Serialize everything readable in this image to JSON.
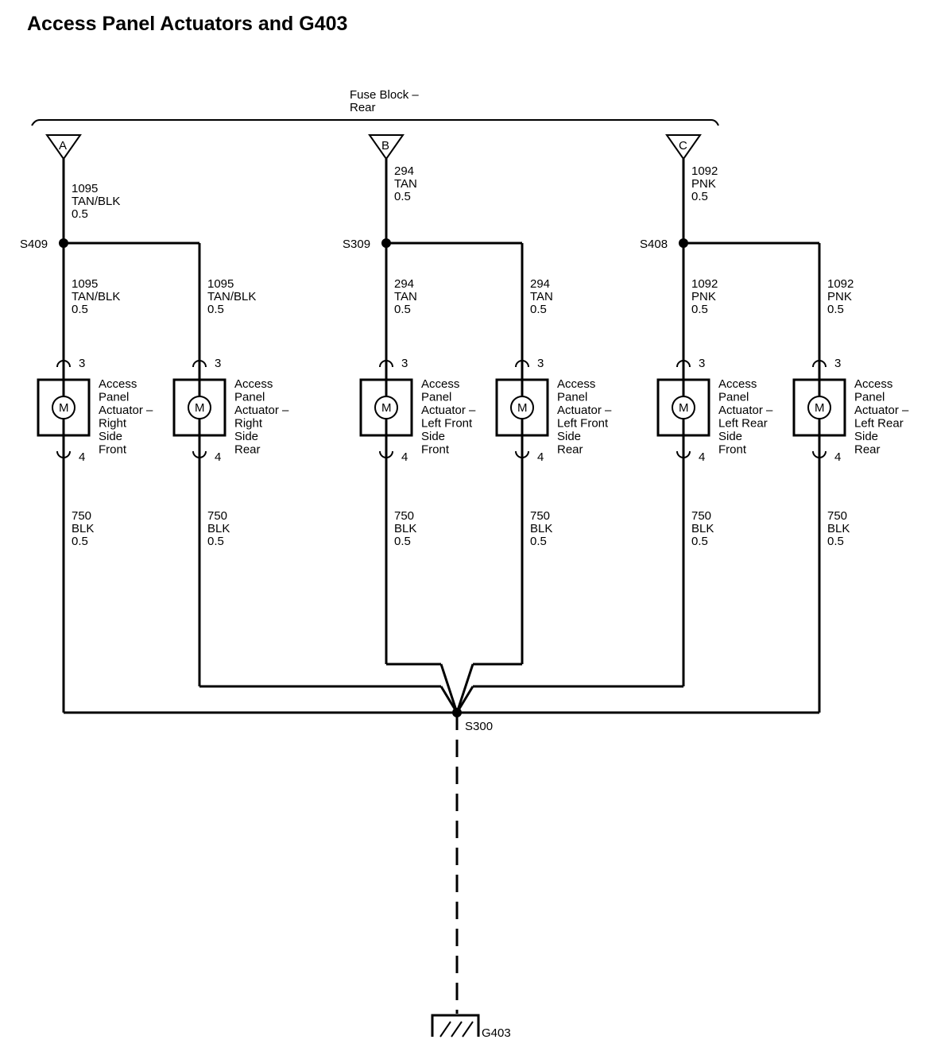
{
  "title": "Access Panel Actuators and G403",
  "fuse_block": {
    "line1": "Fuse Block –",
    "line2": "Rear"
  },
  "fuse_terminals": [
    {
      "letter": "A",
      "circuit": "1095",
      "color": "TAN/BLK",
      "size": "0.5"
    },
    {
      "letter": "B",
      "circuit": "294",
      "color": "TAN",
      "size": "0.5"
    },
    {
      "letter": "C",
      "circuit": "1092",
      "color": "PNK",
      "size": "0.5"
    }
  ],
  "splices": [
    "S409",
    "S309",
    "S408"
  ],
  "feeds": [
    {
      "circuit": "1095",
      "color": "TAN/BLK",
      "size": "0.5"
    },
    {
      "circuit": "1095",
      "color": "TAN/BLK",
      "size": "0.5"
    },
    {
      "circuit": "294",
      "color": "TAN",
      "size": "0.5"
    },
    {
      "circuit": "294",
      "color": "TAN",
      "size": "0.5"
    },
    {
      "circuit": "1092",
      "color": "PNK",
      "size": "0.5"
    },
    {
      "circuit": "1092",
      "color": "PNK",
      "size": "0.5"
    }
  ],
  "actuators": [
    {
      "lines": [
        "Access",
        "Panel",
        "Actuator –",
        "Right",
        "Side",
        "Front"
      ],
      "pin_top": "3",
      "pin_bottom": "4",
      "motor": "M"
    },
    {
      "lines": [
        "Access",
        "Panel",
        "Actuator –",
        "Right",
        "Side",
        "Rear"
      ],
      "pin_top": "3",
      "pin_bottom": "4",
      "motor": "M"
    },
    {
      "lines": [
        "Access",
        "Panel",
        "Actuator –",
        "Left Front",
        "Side",
        "Front"
      ],
      "pin_top": "3",
      "pin_bottom": "4",
      "motor": "M"
    },
    {
      "lines": [
        "Access",
        "Panel",
        "Actuator –",
        "Left Front",
        "Side",
        "Rear"
      ],
      "pin_top": "3",
      "pin_bottom": "4",
      "motor": "M"
    },
    {
      "lines": [
        "Access",
        "Panel",
        "Actuator –",
        "Left Rear",
        "Side",
        "Front"
      ],
      "pin_top": "3",
      "pin_bottom": "4",
      "motor": "M"
    },
    {
      "lines": [
        "Access",
        "Panel",
        "Actuator –",
        "Left Rear",
        "Side",
        "Rear"
      ],
      "pin_top": "3",
      "pin_bottom": "4",
      "motor": "M"
    }
  ],
  "grounds": [
    {
      "circuit": "750",
      "color": "BLK",
      "size": "0.5"
    },
    {
      "circuit": "750",
      "color": "BLK",
      "size": "0.5"
    },
    {
      "circuit": "750",
      "color": "BLK",
      "size": "0.5"
    },
    {
      "circuit": "750",
      "color": "BLK",
      "size": "0.5"
    },
    {
      "circuit": "750",
      "color": "BLK",
      "size": "0.5"
    },
    {
      "circuit": "750",
      "color": "BLK",
      "size": "0.5"
    }
  ],
  "ground_splice": "S300",
  "ground_point": "G403"
}
